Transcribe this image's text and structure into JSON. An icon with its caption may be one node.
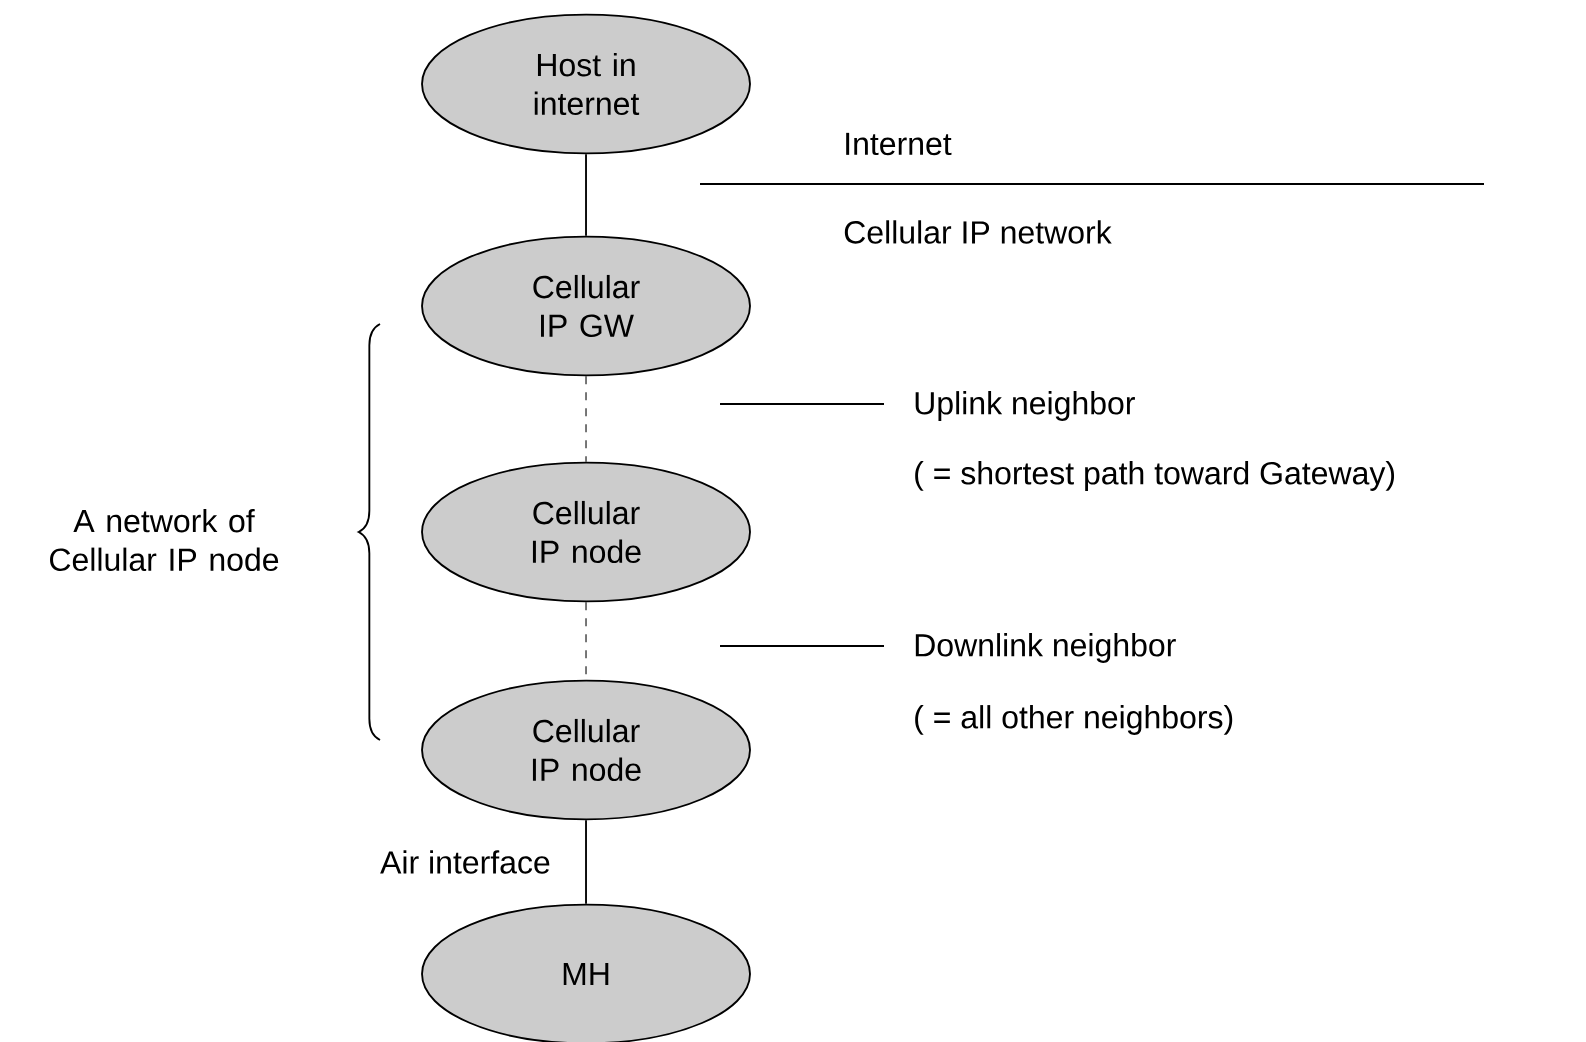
{
  "diagram": {
    "nodes": [
      {
        "text": [
          "Host in internet"
        ]
      },
      {
        "text": [
          "Cellular IP GW"
        ]
      },
      {
        "text": [
          "Cellular IP node"
        ]
      },
      {
        "text": [
          "Cellular IP node"
        ]
      },
      {
        "text": [
          "MH"
        ]
      }
    ],
    "edges": [
      {
        "from": 0,
        "to": 1,
        "arrow": "none"
      },
      {
        "from": 1,
        "to": 2,
        "arrow": "none",
        "style": "dashed"
      },
      {
        "from": 2,
        "to": 3,
        "arrow": "none",
        "style": "dashed"
      },
      {
        "from": 3,
        "to": 4,
        "arrow": "none",
        "label": "Air interface"
      }
    ],
    "labels": [
      "Internet",
      "Cellular IP network",
      "Uplink neighbor",
      "( = shortest path toward Gateway)",
      "A network of Cellular IP node",
      "Downlink neighbor",
      "( = all other neighbors)"
    ]
  }
}
